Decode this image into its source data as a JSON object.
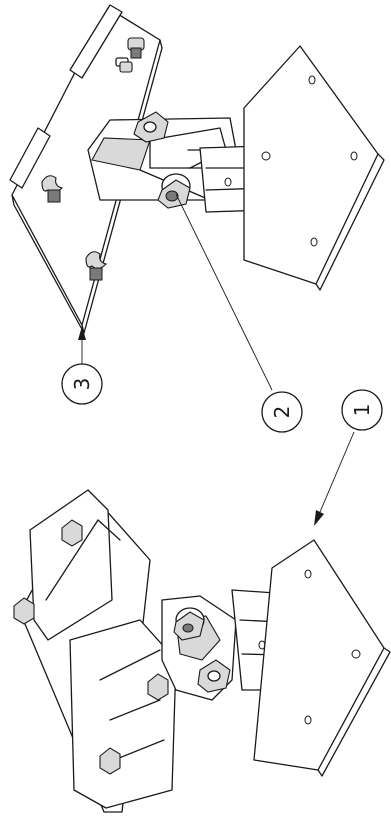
{
  "drawing": {
    "callouts": [
      {
        "id": "callout-1",
        "label": "1"
      },
      {
        "id": "callout-2",
        "label": "2"
      },
      {
        "id": "callout-3",
        "label": "3"
      }
    ]
  }
}
